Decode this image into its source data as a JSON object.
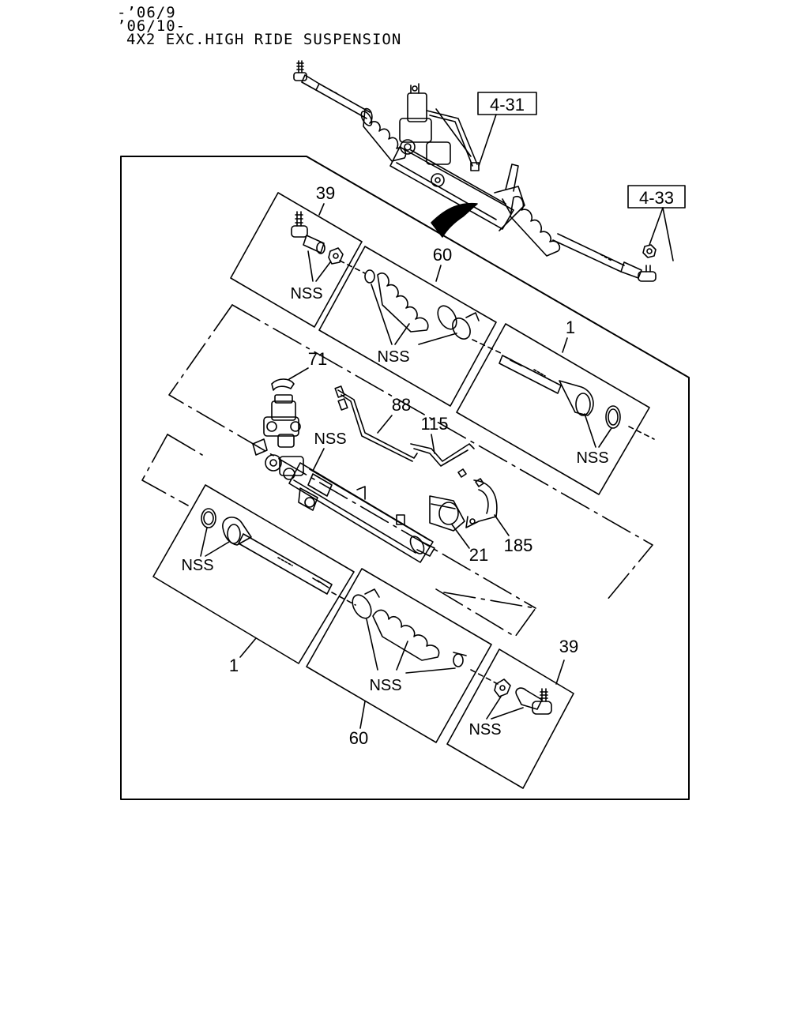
{
  "header": {
    "line1": "-’06/9",
    "line2": "’06/10-",
    "line3": "4X2 EXC.HIGH RIDE SUSPENSION"
  },
  "references": {
    "ref_4_31": "4-31",
    "ref_4_33": "4-33"
  },
  "callouts": {
    "tie_rod_end_top": "39",
    "boot_kit_top": "60",
    "inner_tie_rod_top": "1",
    "bushing": "71",
    "pipe_88": "88",
    "pipe_115": "115",
    "housing_nss": "NSS",
    "mount_21": "21",
    "bracket_185": "185",
    "inner_tie_rod_bottom": "1",
    "boot_kit_bottom": "60",
    "tie_rod_end_bottom": "39"
  },
  "nss": {
    "tie_rod_end_top": "NSS",
    "boot_kit_top": "NSS",
    "inner_tie_rod_top": "NSS",
    "inner_tie_rod_bottom": "NSS",
    "boot_kit_bottom": "NSS",
    "tie_rod_end_bottom": "NSS"
  }
}
